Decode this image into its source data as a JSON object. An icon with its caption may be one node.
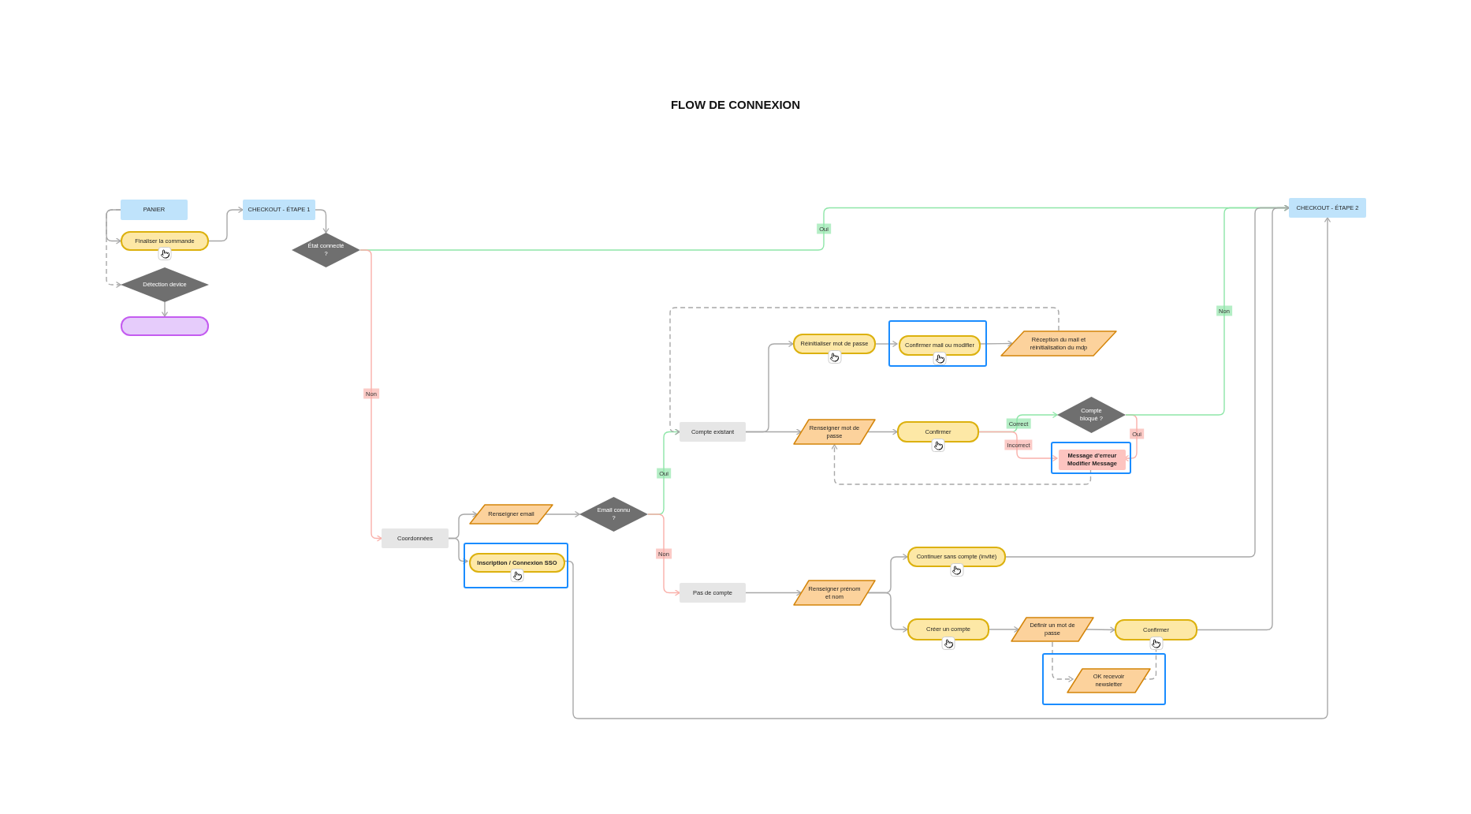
{
  "diagram": {
    "title": "FLOW DE CONNEXION",
    "nodes": [
      {
        "text": [
          "PANIER"
        ]
      },
      {
        "text": [
          "Finaliser la commande"
        ]
      },
      {
        "text": [
          "Détection device"
        ]
      },
      {
        "text": [],
        "shape": "box"
      },
      {
        "text": [
          "CHECKOUT - ÉTAPE 1"
        ]
      },
      {
        "text": [
          "État connecté ?"
        ]
      },
      {
        "text": [
          "CHECKOUT - ÉTAPE 2"
        ]
      },
      {
        "text": [
          "Réinitialiser mot de passe"
        ]
      },
      {
        "text": [],
        "shape": "box"
      },
      {
        "text": [
          "Confirmer mail ou modifier"
        ],
        "in": 8
      },
      {
        "text": [
          "Réception du mail et réinitialisation du mdp"
        ]
      },
      {
        "text": [
          "Compte bloqué ?"
        ]
      },
      {
        "text": [
          "Compte existant"
        ]
      },
      {
        "text": [
          "Renseigner mot de passe"
        ]
      },
      {
        "text": [
          "Confirmer"
        ]
      },
      {
        "text": [],
        "shape": "box"
      },
      {
        "text": [
          "Message d'erreur Modifier Message"
        ],
        "in": 15
      },
      {
        "text": [
          "Renseigner email"
        ]
      },
      {
        "text": [
          "Email connu ?"
        ]
      },
      {
        "text": [
          "Coordonnées"
        ]
      },
      {
        "text": [],
        "shape": "box"
      },
      {
        "text": [
          "Inscription / Connexion SSO"
        ],
        "in": 20
      },
      {
        "text": [
          "Continuer sans compte (invité)"
        ]
      },
      {
        "text": [
          "Pas de compte"
        ]
      },
      {
        "text": [
          "Renseigner prénom et nom"
        ]
      },
      {
        "text": [
          "Créer un compte"
        ]
      },
      {
        "text": [
          "Définir un mot de passe"
        ]
      },
      {
        "text": [
          "Confirmer"
        ]
      },
      {
        "text": [],
        "shape": "box"
      },
      {
        "text": [
          "OK recevoir newsletter"
        ],
        "in": 28
      }
    ],
    "edges": [
      {
        "from": 0,
        "to": 1,
        "arrow": "to"
      },
      {
        "from": 0,
        "to": 2,
        "arrow": "to",
        "style": "dashed"
      },
      {
        "from": 1,
        "to": 4,
        "arrow": "to"
      },
      {
        "from": 4,
        "to": 5,
        "arrow": "to"
      },
      {
        "from": 2,
        "to": 3,
        "arrow": "to"
      },
      {
        "from": 5,
        "to": 6,
        "arrow": "to",
        "label": "Oui",
        "color": "#8ee6a8"
      },
      {
        "from": 5,
        "to": 19,
        "arrow": "to",
        "label": "Non",
        "color": "#f9b0aa"
      },
      {
        "from": 19,
        "to": 17,
        "arrow": "to"
      },
      {
        "from": 19,
        "to": 21,
        "arrow": "to"
      },
      {
        "from": 17,
        "to": 18,
        "arrow": "to"
      },
      {
        "from": 21,
        "to": 6,
        "arrow": "to"
      },
      {
        "from": 18,
        "to": 12,
        "arrow": "to",
        "label": "Oui",
        "color": "#8ee6a8"
      },
      {
        "from": 18,
        "to": 23,
        "arrow": "to",
        "label": "Non",
        "color": "#f9b0aa"
      },
      {
        "from": 12,
        "to": 7,
        "arrow": "to"
      },
      {
        "from": 12,
        "to": 13,
        "arrow": "to"
      },
      {
        "from": 7,
        "to": 9,
        "arrow": "to"
      },
      {
        "from": 9,
        "to": 10,
        "arrow": "to"
      },
      {
        "from": 10,
        "to": 12,
        "arrow": "to",
        "style": "dashed"
      },
      {
        "from": 13,
        "to": 14,
        "arrow": "to"
      },
      {
        "from": 14,
        "to": 11,
        "arrow": "to",
        "label": "Correct",
        "color": "#8ee6a8"
      },
      {
        "from": 14,
        "to": 16,
        "arrow": "to",
        "label": "Incorrect",
        "color": "#f9b0aa"
      },
      {
        "from": 11,
        "to": 16,
        "arrow": "to",
        "label": "Oui",
        "color": "#f9b0aa"
      },
      {
        "from": 11,
        "to": 6,
        "arrow": "to",
        "label": "Non",
        "color": "#8ee6a8"
      },
      {
        "from": 16,
        "to": 13,
        "arrow": "to",
        "style": "dashed"
      },
      {
        "from": 23,
        "to": 24,
        "arrow": "to"
      },
      {
        "from": 24,
        "to": 22,
        "arrow": "to"
      },
      {
        "from": 24,
        "to": 25,
        "arrow": "to"
      },
      {
        "from": 22,
        "to": 6,
        "arrow": "to"
      },
      {
        "from": 25,
        "to": 26,
        "arrow": "to"
      },
      {
        "from": 26,
        "to": 27,
        "arrow": "to"
      },
      {
        "from": 27,
        "to": 6,
        "arrow": "to"
      },
      {
        "from": 26,
        "to": 29,
        "arrow": "to",
        "style": "dashed"
      },
      {
        "from": 29,
        "to": 27,
        "arrow": "to",
        "style": "dashed"
      }
    ]
  }
}
